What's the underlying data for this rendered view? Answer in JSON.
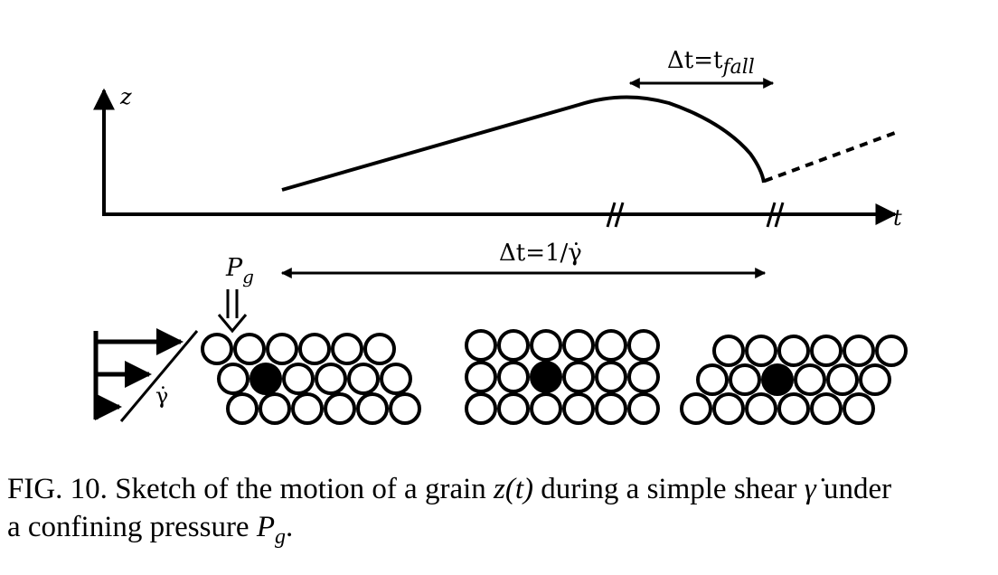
{
  "figure": {
    "axis_z_label": "z",
    "axis_t_label": "t",
    "delta_fall_prefix": "Δt=t",
    "delta_fall_sub": "fall",
    "delta_shear_label": "Δt=1/γ̇",
    "pressure_symbol": "P",
    "pressure_sub": "g",
    "shear_rate_symbol": "γ̇"
  },
  "caption": {
    "fig_label": "FIG. 10.",
    "text_1": "Sketch of the motion of a grain",
    "z_of_t": "z(t)",
    "text_2": "during a simple shear",
    "gamma_dot": "γ̇",
    "text_3": "under",
    "text_4": "a confining pressure",
    "p": "P",
    "p_sub": "g",
    "end": "."
  }
}
